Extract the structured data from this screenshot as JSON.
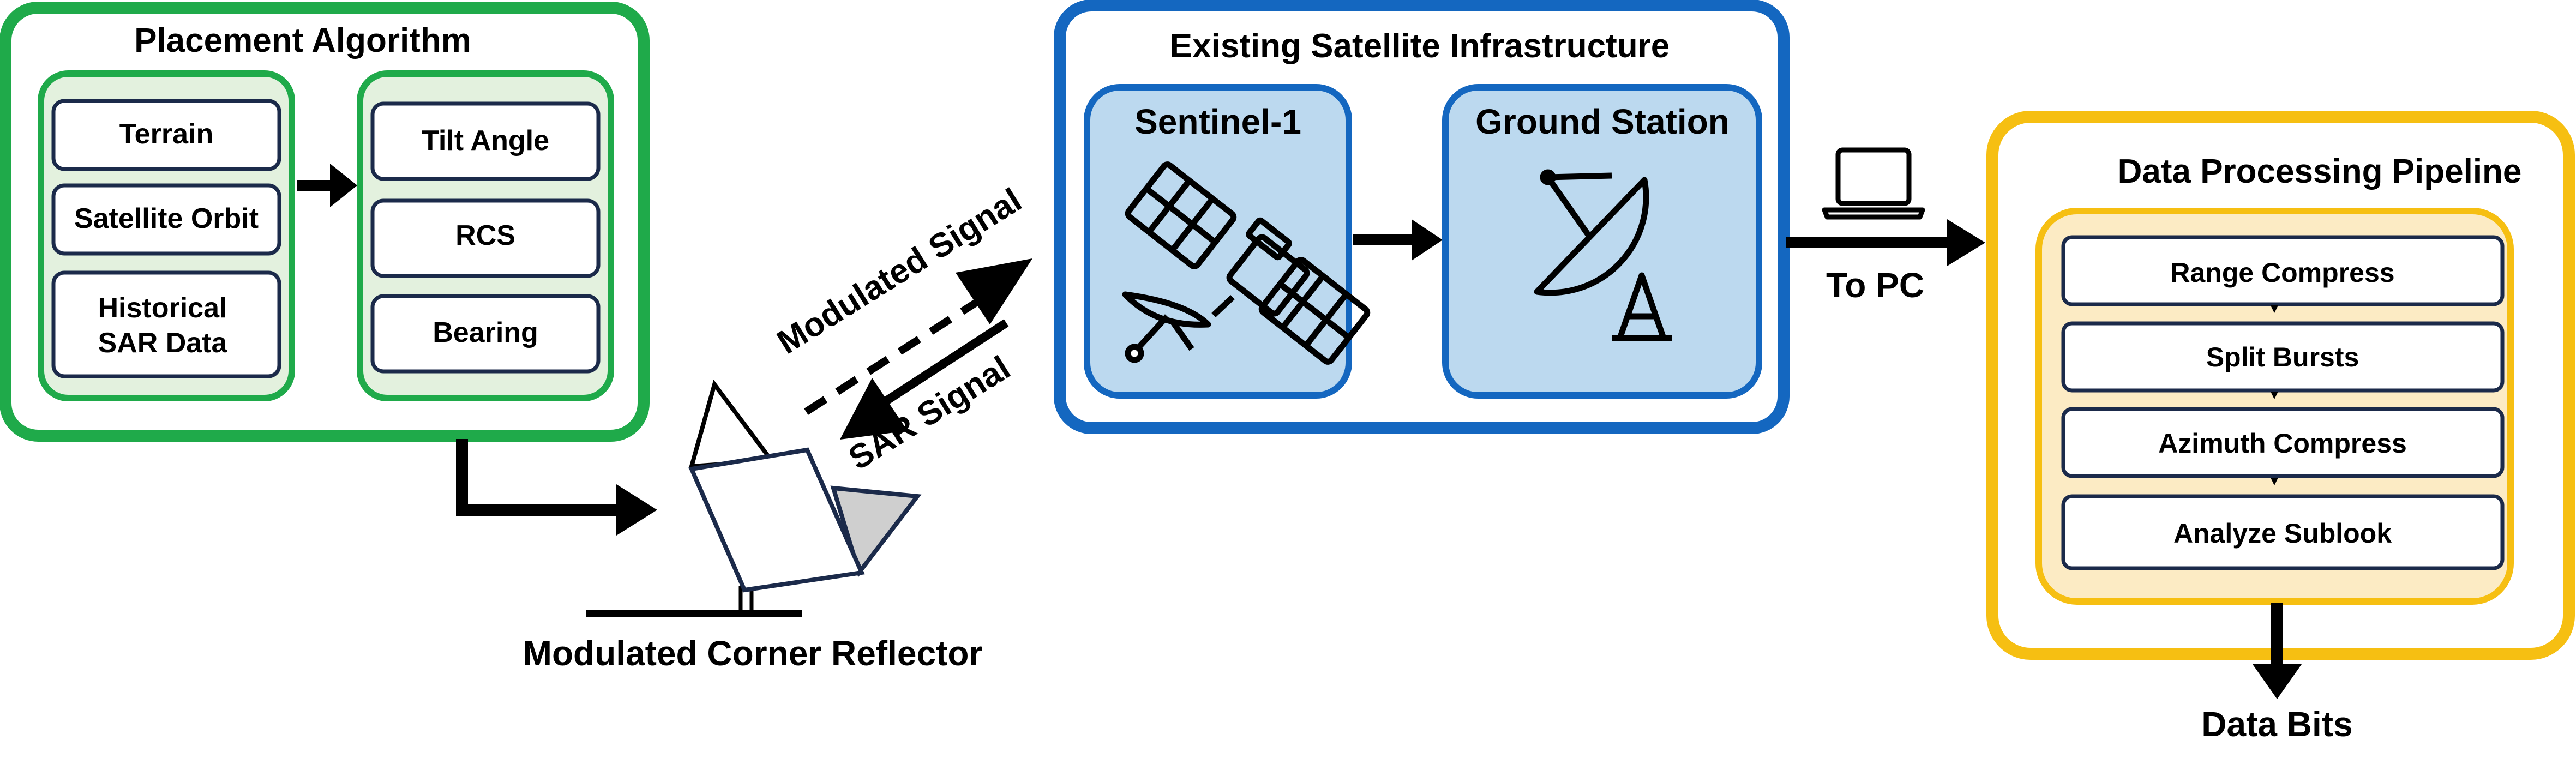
{
  "placement": {
    "title": "Placement Algorithm",
    "inputs": [
      "Terrain",
      "Satellite Orbit"
    ],
    "historical_line1": "Historical",
    "historical_line2": "SAR Data",
    "outputs": [
      "Tilt Angle",
      "RCS",
      "Bearing"
    ]
  },
  "infrastructure": {
    "title": "Existing Satellite Infrastructure",
    "satellite_label": "Sentinel-1",
    "ground_label": "Ground Station"
  },
  "reflector": {
    "label": "Modulated Corner Reflector"
  },
  "signals": {
    "modulated": "Modulated Signal",
    "sar": "SAR Signal"
  },
  "transfer": {
    "label": "To PC"
  },
  "pipeline": {
    "title": "Data Processing Pipeline",
    "steps": [
      "Range Compress",
      "Split Bursts",
      "Azimuth Compress",
      "Analyze Sublook"
    ],
    "output_label": "Data Bits"
  },
  "colors": {
    "green": "#1faa4a",
    "green_fill": "#e3f1de",
    "blue": "#1467c0",
    "blue_fill": "#bcd9ef",
    "yellow": "#f6bf12",
    "yellow_fill": "#fcebc4",
    "navy": "#1b2a4a"
  }
}
